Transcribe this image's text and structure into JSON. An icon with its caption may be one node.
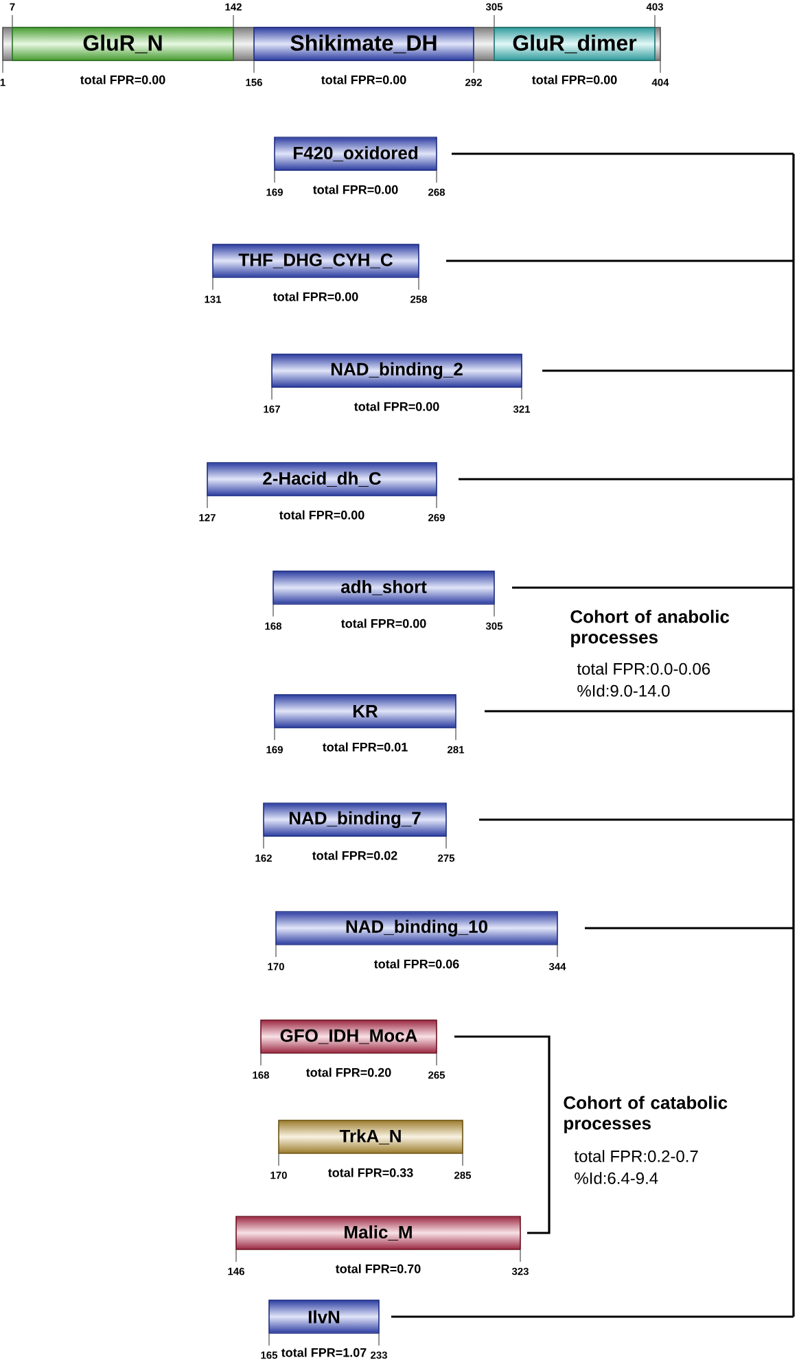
{
  "diagram": {
    "nodes": [
      {
        "text": [],
        "shape": "bar",
        "beside": [
          "1",
          "404"
        ]
      },
      {
        "text": [
          "GluR_N"
        ],
        "in": 0,
        "beside": [
          "7",
          "142",
          "total FPR=0.00"
        ]
      },
      {
        "text": [
          "Shikimate_DH"
        ],
        "in": 0,
        "beside": [
          "156",
          "total FPR=0.00",
          "292"
        ]
      },
      {
        "text": [
          "GluR_dimer"
        ],
        "in": 0,
        "beside": [
          "305",
          "403",
          "total FPR=0.00"
        ]
      },
      {
        "text": [
          "F420_oxidored"
        ],
        "beside": [
          "169",
          "total FPR=0.00",
          "268"
        ]
      },
      {
        "text": [
          "THF_DHG_CYH_C"
        ],
        "beside": [
          "131",
          "total FPR=0.00",
          "258"
        ]
      },
      {
        "text": [
          "NAD_binding_2"
        ],
        "beside": [
          "167",
          "total FPR=0.00",
          "321"
        ]
      },
      {
        "text": [
          "2-Hacid_dh_C"
        ],
        "beside": [
          "127",
          "total FPR=0.00",
          "269"
        ]
      },
      {
        "text": [
          "adh_short"
        ],
        "beside": [
          "168",
          "total FPR=0.00",
          "305"
        ]
      },
      {
        "text": [
          "KR"
        ],
        "beside": [
          "169",
          "total FPR=0.01",
          "281"
        ]
      },
      {
        "text": [
          "NAD_binding_7"
        ],
        "beside": [
          "162",
          "total FPR=0.02",
          "275"
        ]
      },
      {
        "text": [
          "NAD_binding_10"
        ],
        "beside": [
          "170",
          "total FPR=0.06",
          "344"
        ]
      },
      {
        "text": [
          "GFO_IDH_MocA"
        ],
        "beside": [
          "168",
          "total FPR=0.20",
          "265"
        ]
      },
      {
        "text": [
          "TrkA_N"
        ],
        "beside": [
          "170",
          "total FPR=0.33",
          "285"
        ]
      },
      {
        "text": [
          "Malic_M"
        ],
        "beside": [
          "146",
          "total FPR=0.70",
          "323"
        ]
      },
      {
        "text": [
          "IlvN"
        ],
        "beside": [
          "165",
          "total FPR=1.07",
          "233"
        ]
      }
    ],
    "labels": [
      "Cohort of anabolic processes",
      "total FPR:0.0-0.06",
      "%Id:9.0-14.0",
      "Cohort of catabolic processes",
      "total FPR:0.2-0.7",
      "%Id:6.4-9.4"
    ]
  }
}
